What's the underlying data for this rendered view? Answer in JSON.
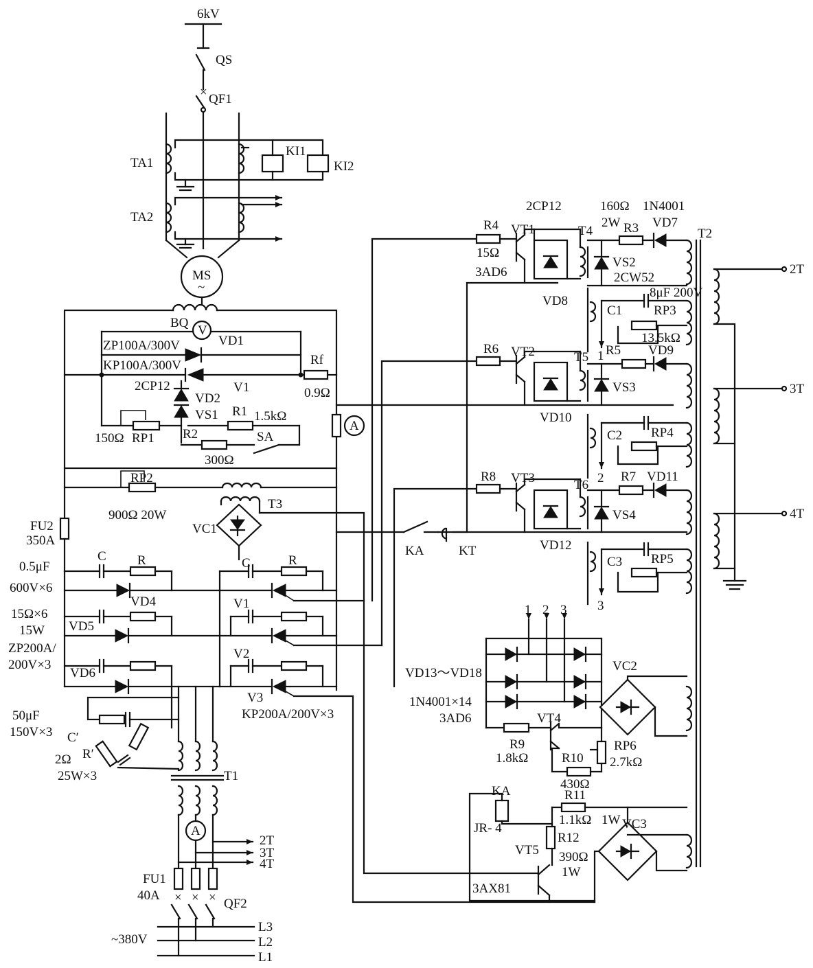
{
  "labels": {
    "supply_6kv": "6kV",
    "qs": "QS",
    "qf1": "QF1",
    "ta1": "TA1",
    "ki1": "KI1",
    "ki2": "KI2",
    "ta2": "TA2",
    "ms": "MS",
    "ms_sym": "~",
    "bq": "BQ",
    "volt": "V",
    "vd1": "VD1",
    "zp100": "ZP100A/300V",
    "kp100": "KP100A/300V",
    "v1_top": "V1",
    "rf": "Rf",
    "rf_val": "0.9Ω",
    "cp12_left": "2CP12",
    "vd2": "VD2",
    "vs1": "VS1",
    "r1": "R1",
    "r1_val": "1.5kΩ",
    "rp1_val": "150Ω",
    "rp1": "RP1",
    "r2": "R2",
    "r2_val": "300Ω",
    "sa": "SA",
    "amp": "A",
    "rp2": "RP2",
    "rp2_val": "900Ω  20W",
    "t3": "T3",
    "vc1": "VC1",
    "fu2": "FU2",
    "fu2_val": "350A",
    "c_left": "C",
    "r_left": "R",
    "c_right": "C",
    "r_right": "R",
    "cap_val": "0.5μF",
    "cap_v": "600V×6",
    "vd4": "VD4",
    "res_val": "15Ω×6",
    "res_w": "15W",
    "vd5": "VD5",
    "zp200": "ZP200A/",
    "zp200b": "200V×3",
    "vd6": "VD6",
    "v1_bot": "V1",
    "v2": "V2",
    "v3": "V3",
    "kp200": "KP200A/200V×3",
    "c_prime_val": "50μF",
    "c_prime_v": "150V×3",
    "c_prime": "C′",
    "r_prime": "R′",
    "r_prime_val": "2Ω",
    "r_prime_w": "25W×3",
    "t1": "T1",
    "out_2t_b": "2T",
    "out_3t_b": "3T",
    "out_4t_b": "4T",
    "fu1": "FU1",
    "fu1_val": "40A",
    "qf2": "QF2",
    "mains": "~380V",
    "l3": "L3",
    "l2": "L2",
    "l1": "L1",
    "ka_sw": "KA",
    "kt_sw": "KT",
    "cp12_top": "2CP12",
    "r3_val1": "160Ω",
    "r3_val2": "2W",
    "r3": "R3",
    "d1n4001": "1N4001",
    "vd7": "VD7",
    "t2": "T2",
    "r4": "R4",
    "r4_val": "15Ω",
    "vt1": "VT1",
    "t4": "T4",
    "vs2": "VS2",
    "cw52": "2CW52",
    "ad6_top": "3AD6",
    "vd8": "VD8",
    "c1": "C1",
    "c1_val": "8μF 200V",
    "rp3": "RP3",
    "rp3_val": "13.5kΩ",
    "out_2t": "2T",
    "out_3t": "3T",
    "out_4t": "4T",
    "r6": "R6",
    "vt2": "VT2",
    "t5": "T5",
    "n1": "1",
    "r5": "R5",
    "vd9": "VD9",
    "vs3": "VS3",
    "vd10": "VD10",
    "c2": "C2",
    "rp4": "RP4",
    "n2": "2",
    "r8": "R8",
    "vt3": "VT3",
    "t6": "T6",
    "r7": "R7",
    "vd11": "VD11",
    "vs4": "VS4",
    "vd12": "VD12",
    "c3": "C3",
    "rp5": "RP5",
    "n3": "3",
    "a1": "1",
    "a2": "2",
    "a3": "3",
    "vd13_18": "VD13～VD18",
    "vc2": "VC2",
    "d1n4001x14": "1N4001×14",
    "ad6_bot": "3AD6",
    "vt4": "VT4",
    "r9": "R9",
    "r9_val": "1.8kΩ",
    "rp6": "RP6",
    "rp6_val": "2.7kΩ",
    "r10": "R10",
    "r10_val": "430Ω",
    "ka_coil": "KA",
    "r11": "R11",
    "r11_val": "1.1kΩ",
    "r11_w": "1W",
    "vc3": "VC3",
    "jr4": "JR- 4",
    "r12": "R12",
    "vt5": "VT5",
    "r12_val": "390Ω",
    "r12_w": "1W",
    "ax81": "3AX81"
  }
}
